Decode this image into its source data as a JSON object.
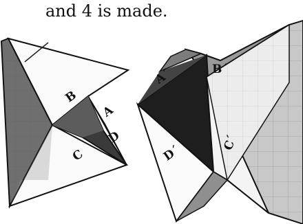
{
  "caption": "and 4 is made.",
  "left_labels": {
    "a": "A",
    "b": "B",
    "c": "C",
    "d": "D"
  },
  "right_labels": {
    "a": "A´",
    "b": "B´",
    "c": "C´",
    "d": "D´"
  }
}
